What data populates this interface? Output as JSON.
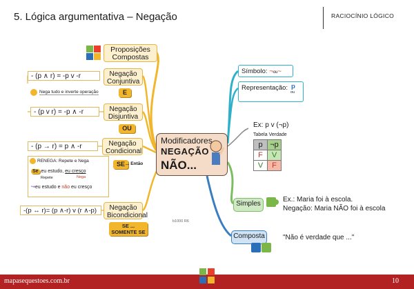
{
  "header": {
    "title": "5. Lógica argumentativa – Negação",
    "subject": "RACIOCÍNIO LÓGICO"
  },
  "left": {
    "root": "Proposições Compostas",
    "conjuntiva": {
      "label": "Negação Conjuntiva",
      "formula": "- (p ∧ r) = -p  v  -r",
      "hint": "Nega tudo e inverte operação",
      "badge": "E"
    },
    "disjuntiva": {
      "label": "Negação Disjuntiva",
      "formula": "- (p v r) = -p ∧ -r",
      "badge": "OU"
    },
    "condicional": {
      "label": "Negação Condicional",
      "formula": "- (p → r) = p ∧ -r",
      "renega": "RENEGA: Repete e Nega",
      "ex1_prefix": "Se",
      "ex1_mid": " eu estudo, ",
      "ex1_end": "eu cresço",
      "repete": "Repete",
      "nega": "Nega",
      "ex2_a": "eu estudo e ",
      "ex2_nao": "não",
      "ex2_b": " eu cresço",
      "badge_se": "SE",
      "badge_entao": "... Então"
    },
    "bicondicional": {
      "label": "Negação Bicondicional",
      "formula": "-(p ↔ r)= (p ∧-r) v (r ∧-p)",
      "badge": "SE ... SOMENTE SE"
    }
  },
  "center": {
    "line1": "Modificadores",
    "line2": "NEGAÇÃO",
    "line3": "NÃO..."
  },
  "right": {
    "simbolo_label": "Símbolo:",
    "simbolo_or": "ou",
    "representacao_label": "Representação:",
    "representacao_p": "p",
    "representacao_ou": "ou",
    "ex": "Ex: p v (¬p)",
    "truth_title": "Tabela Verdade",
    "truth": {
      "h1": "p",
      "h2": "¬p",
      "r1a": "F",
      "r1b": "V",
      "r2a": "V",
      "r2b": "F"
    },
    "simples": "Simples",
    "simples_ex1": "Ex.: Maria foi à escola.",
    "simples_ex2": "Negação: Maria NÃO foi à escola",
    "composta": "Composta",
    "composta_ex": "\"Não é verdade que ...\""
  },
  "code": "b1000 R6",
  "footer": {
    "site": "mapasequestoes.com.br",
    "page": "10"
  },
  "colors": {
    "accent_red": "#b22222",
    "yellow": "#f1b62c",
    "cyan": "#2fb0c8",
    "green": "#7bbd5f",
    "blue": "#3a7ec0"
  }
}
